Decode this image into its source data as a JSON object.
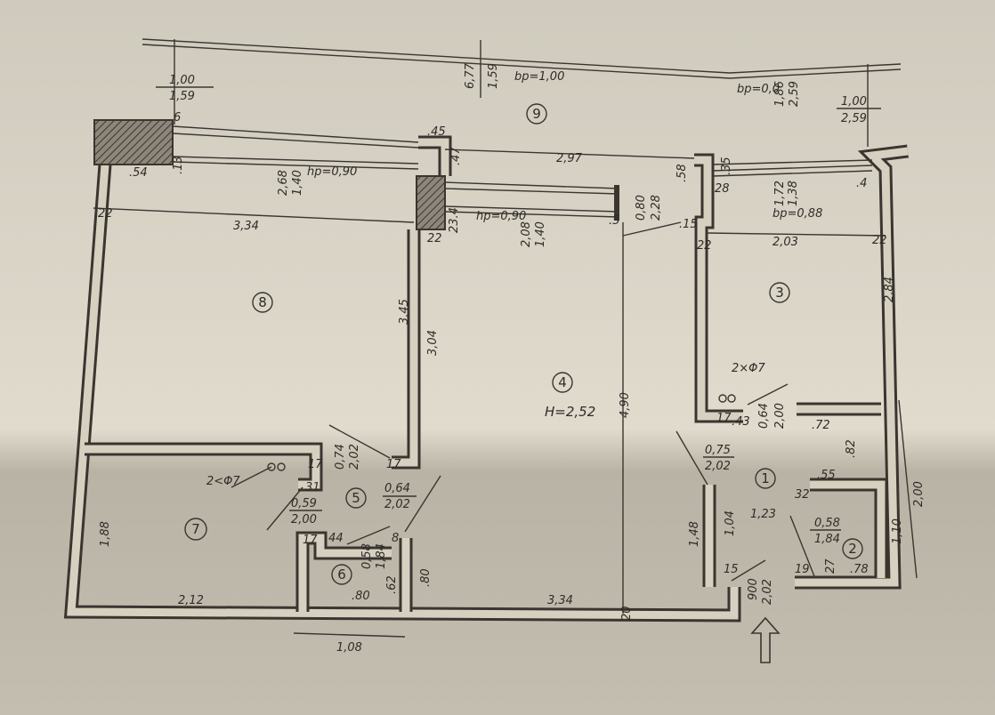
{
  "rooms": {
    "r1": "1",
    "r2": "2",
    "r3": "3",
    "r4": "4",
    "r5": "5",
    "r6": "6",
    "r7": "7",
    "r8": "8",
    "r9": "9"
  },
  "room4_height": "H=2,52",
  "top": {
    "a1": "1,00",
    "a2": "1,59",
    "b1": "6,77",
    "b2": "1,59",
    "bp1": "bp=1,00",
    "bp0": "bp=0,0",
    "c1": "1,86",
    "c2": "2,59",
    "d1": "1,00",
    "d2": "2,59"
  },
  "upper": {
    "n6": "6",
    "n45": ".45",
    "n13": ".13",
    "n54": ".54",
    "n47": ".47",
    "w297": "2,97",
    "n58": ".58",
    "n35": ".35",
    "n28": "28",
    "n4": ".4",
    "h268": "2,68",
    "h140a": "1,40",
    "hp1": "hp=0,90",
    "h172": "1,72",
    "h138": "1,38",
    "bp088": "bp=0,88"
  },
  "mid": {
    "n22a": "22",
    "w334top": "3,34",
    "hp2": "hp=0,90",
    "h208": "2,08",
    "h140b": "1,40",
    "n5": ".5",
    "d080": "0,80",
    "d228": "2,28",
    "n15": ".15",
    "n22b": "22",
    "n234": "23.4",
    "n22c": "22",
    "w203": "2,03",
    "n22d": "22",
    "h345": "3,45",
    "h304": "3,04",
    "h284": "2,84",
    "h490": "4,90",
    "phi1": "2×Φ7",
    "n43": ".43",
    "n17a": "17",
    "d064a": "0,64",
    "d200a": "2,00",
    "n72": ".72",
    "n82": ".82",
    "h200": "2,00"
  },
  "lower": {
    "d074": "0,74",
    "d202a": "2,02",
    "n17b": "17",
    "phi2": "2<Φ7",
    "n31": "31",
    "n17c": "17",
    "d075": "0,75",
    "d202b": "2,02",
    "n55": ".55",
    "n32": "32",
    "d064b": "0,64",
    "d202c": "2,02",
    "d059": "0,59",
    "d200b": "2,00",
    "h188": "1,88",
    "w123": "1,23",
    "d058a": "0,58",
    "d184a": "1,84",
    "h110": "1,10",
    "h148": "1,48",
    "h104": "1,04",
    "n17d": "17",
    "n44": ".44",
    "n8": "8",
    "d058b": "0,58",
    "d184b": "1,84",
    "n62": ".62",
    "n80a": ".80",
    "n80b": ".80",
    "n15b": "15",
    "n19": "19",
    "n27": "27",
    "n78": ".78",
    "w212": "2,12",
    "w334bot": "3,34",
    "n20": "20",
    "d900": "900",
    "d202d": "2,02",
    "w108": "1,08"
  }
}
